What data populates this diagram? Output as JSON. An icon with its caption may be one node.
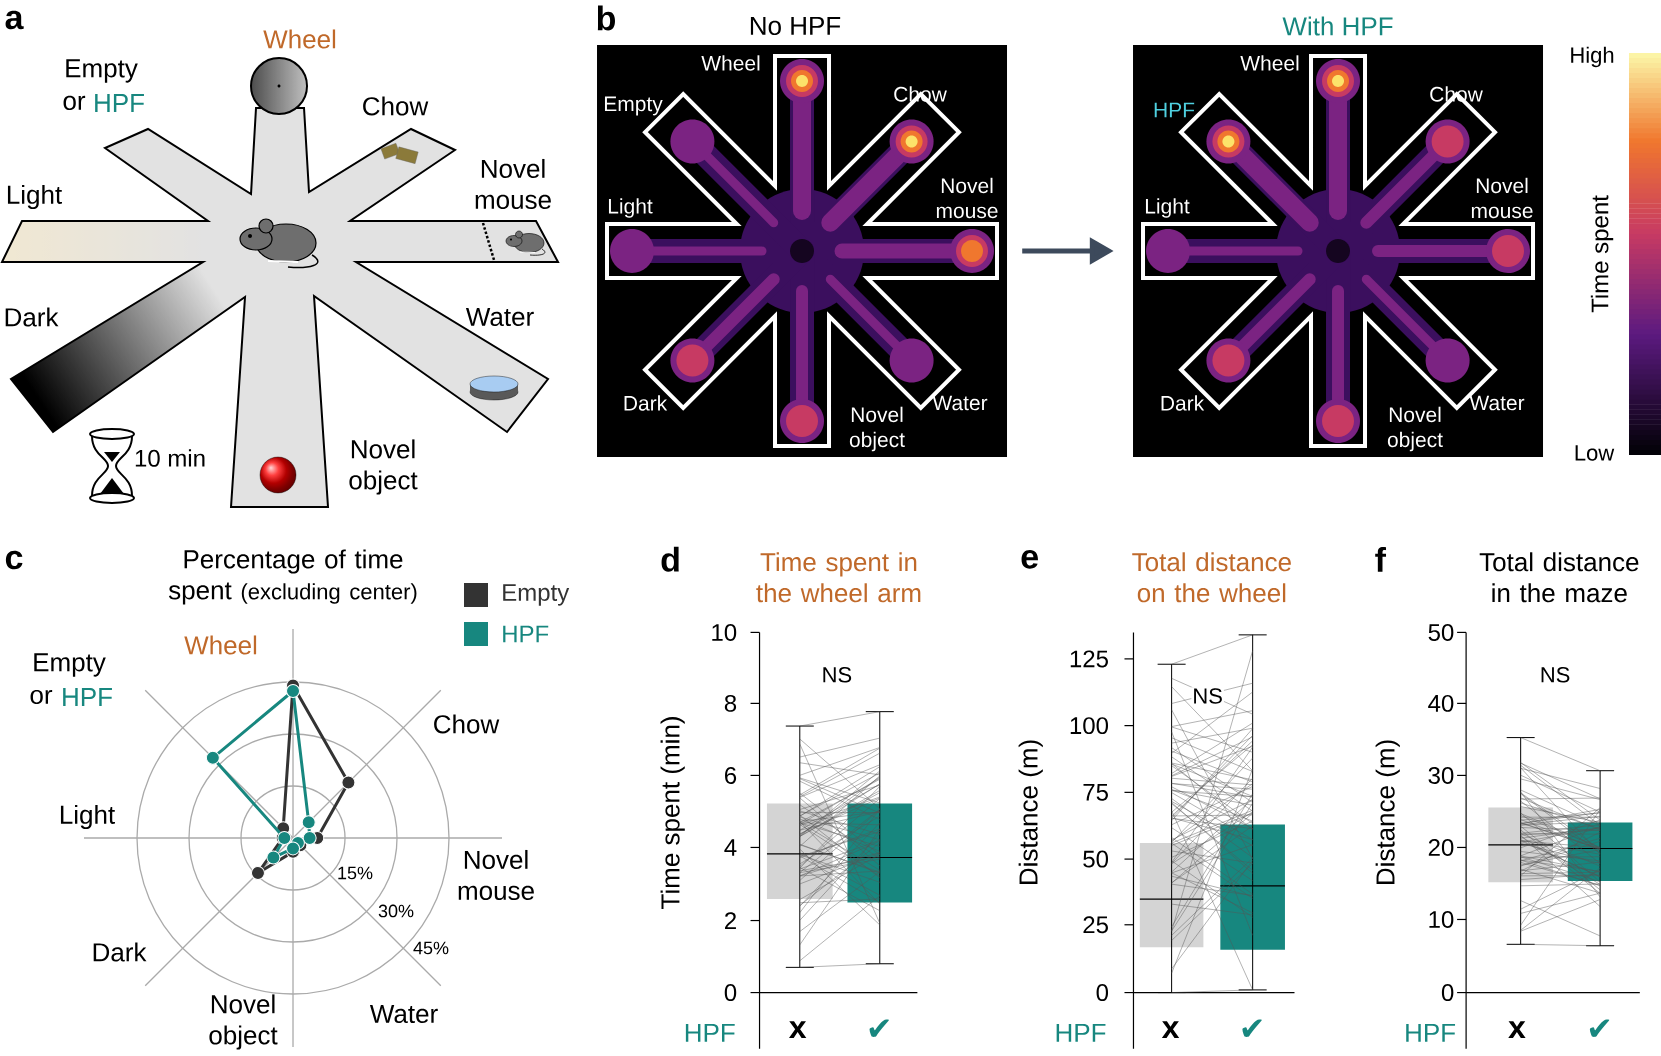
{
  "diagram": {
    "nodes": [
      {
        "text": [
          "No HPF",
          "Wheel",
          "Empty",
          "Chow",
          "Light",
          "Novel mouse",
          "Dark",
          "Novel object",
          "Water"
        ]
      },
      {
        "text": [
          "With HPF",
          "Wheel",
          "HPF",
          "Chow",
          "Light",
          "Novel mouse",
          "Dark",
          "Novel object",
          "Water"
        ]
      }
    ],
    "edges": [
      {
        "from": 0,
        "to": 1,
        "arrow": "to"
      }
    ],
    "labels": [
      "a",
      "Wheel",
      "Empty",
      "or",
      "HPF",
      "Chow",
      "Novel mouse",
      "Light",
      "Dark",
      "Water",
      "10 min",
      "Novel object",
      "b",
      "High",
      "Time spent",
      "Low",
      "c",
      "Percentage of time spent",
      "(excluding center)",
      "Wheel",
      "Empty",
      "or",
      "HPF",
      "Chow",
      "Light",
      "Novel mouse",
      "Dark",
      "Novel object",
      "Water",
      "15%",
      "30%",
      "45%",
      "d",
      "Time spent in the wheel arm",
      "10",
      "8",
      "6",
      "4",
      "2",
      "0",
      "Time spent (min)",
      "NS",
      "HPF",
      "x",
      "✔",
      "e",
      "Total distance on the wheel",
      "125",
      "100",
      "75",
      "50",
      "25",
      "0",
      "Distance (m)",
      "NS",
      "HPF",
      "x",
      "✔",
      "f",
      "Total distance in the maze",
      "50",
      "40",
      "30",
      "20",
      "10",
      "0",
      "Distance (m)",
      "NS",
      "HPF",
      "x",
      "✔"
    ],
    "legend": [
      {
        "text": "Empty",
        "color": "#333333"
      },
      {
        "text": "HPF",
        "color": "#17877f"
      }
    ]
  }
}
